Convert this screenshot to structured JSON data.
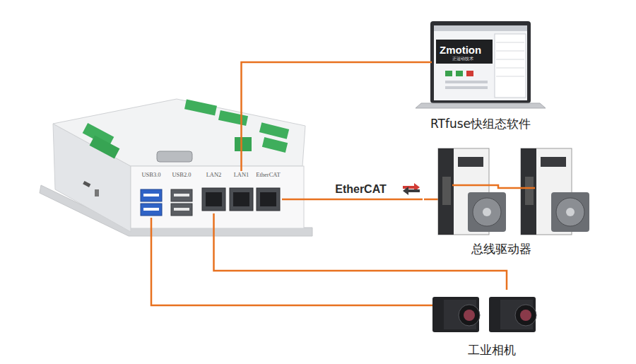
{
  "diagram": {
    "nodes": [
      {
        "text": [
          "USB3.0"
        ]
      },
      {
        "text": [
          "USB2.0"
        ]
      },
      {
        "text": [
          "LAN2"
        ]
      },
      {
        "text": [
          "LAN1"
        ]
      },
      {
        "text": [
          "EtherCAT"
        ]
      },
      {
        "text": [
          "RTfuse快组态软件"
        ]
      },
      {
        "text": [
          "总线驱动器"
        ]
      },
      {
        "text": [
          "工业相机"
        ]
      }
    ],
    "edges": [
      {
        "from": 3,
        "to": 5,
        "arrow": "none"
      },
      {
        "from": 4,
        "to": 6,
        "label": "EtherCAT",
        "arrow": "none"
      },
      {
        "from": 0,
        "to": 7,
        "arrow": "none"
      },
      {
        "from": 2,
        "to": 7,
        "arrow": "none"
      }
    ],
    "labels": [
      "Zmotion",
      "正运动技术"
    ]
  }
}
